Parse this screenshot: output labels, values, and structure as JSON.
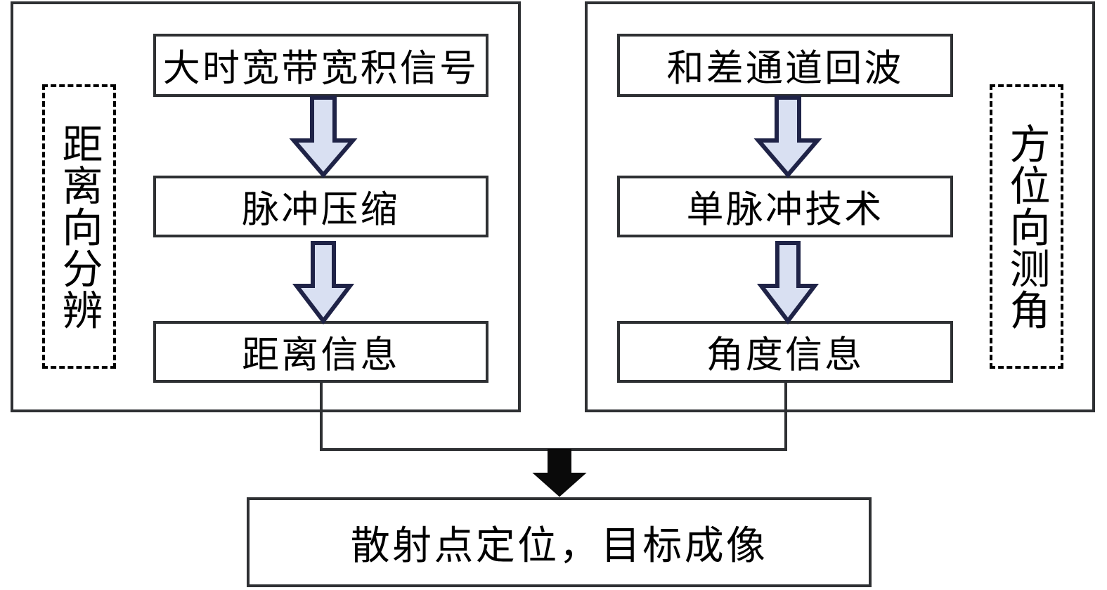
{
  "diagram": {
    "title_text_present": false,
    "colors": {
      "box_stroke": "#2e3033",
      "dashed_stroke": "#000000",
      "arrow_fill": "#d9e0f2",
      "arrow_stroke": "#1f2347",
      "merge_arrow_fill": "#0a0a0a",
      "text": "#000000",
      "background": "#ffffff"
    },
    "left_branch": {
      "group_label": "距离向分辨",
      "steps": [
        {
          "label": "大时宽带宽积信号"
        },
        {
          "label": "脉冲压缩"
        },
        {
          "label": "距离信息"
        }
      ]
    },
    "right_branch": {
      "group_label": "方位向测角",
      "steps": [
        {
          "label": "和差通道回波"
        },
        {
          "label": "单脉冲技术"
        },
        {
          "label": "角度信息"
        }
      ]
    },
    "output": {
      "label": "散射点定位，目标成像"
    },
    "connector_arrows": [
      {
        "name": "left-arrow-1",
        "style": "block-arrow-down-blue"
      },
      {
        "name": "left-arrow-2",
        "style": "block-arrow-down-blue"
      },
      {
        "name": "right-arrow-1",
        "style": "block-arrow-down-blue"
      },
      {
        "name": "right-arrow-2",
        "style": "block-arrow-down-blue"
      },
      {
        "name": "merge-arrow",
        "style": "block-arrow-down-black"
      }
    ]
  }
}
